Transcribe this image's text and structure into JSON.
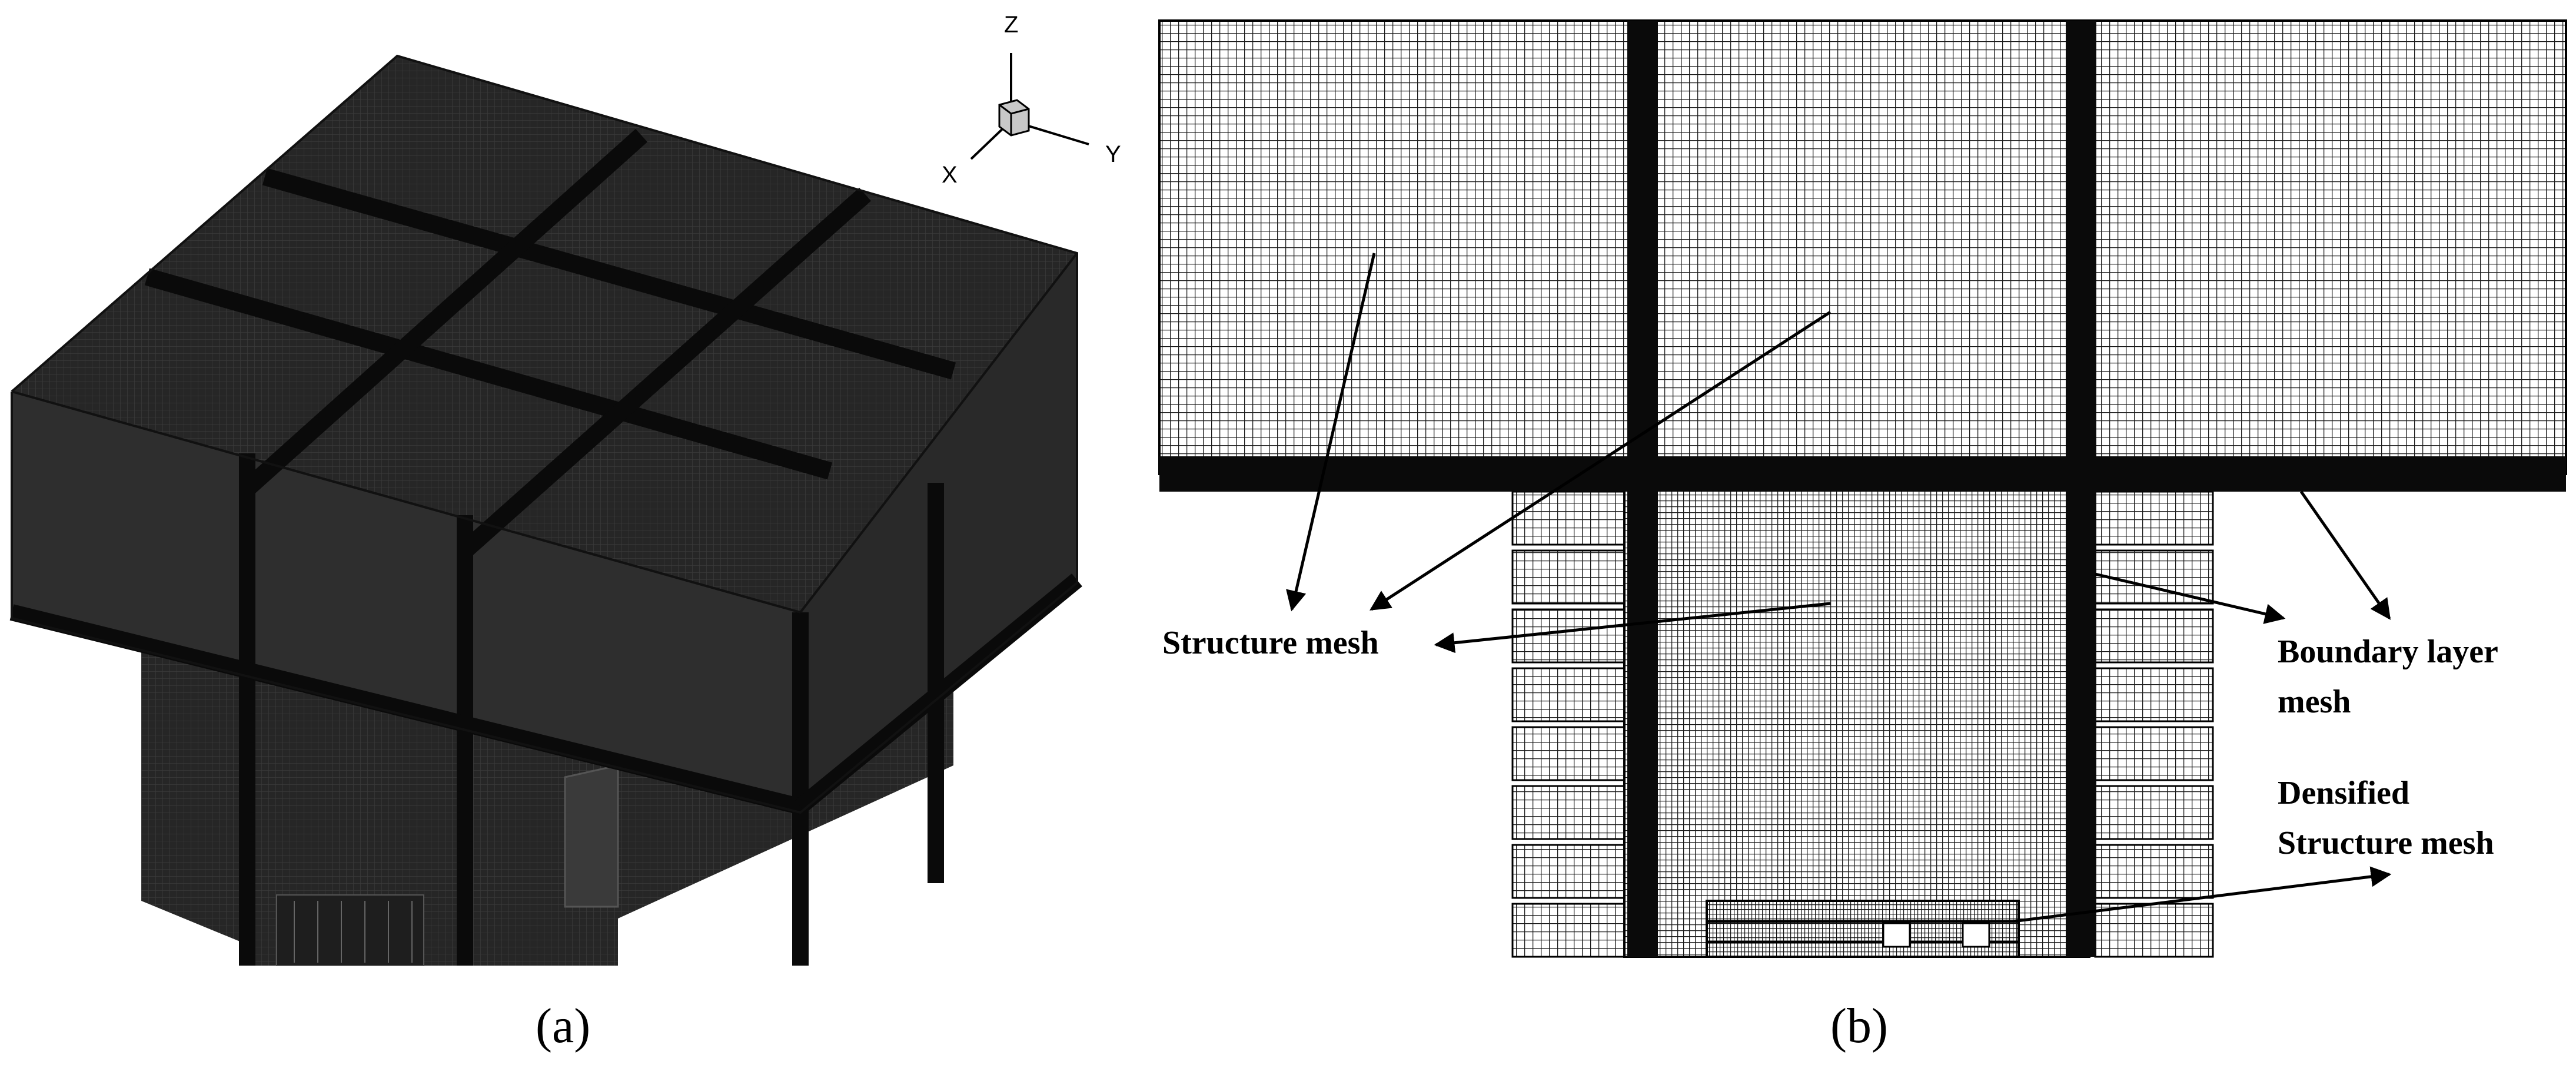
{
  "panel_a": {
    "caption": "(a)",
    "axis_triad": {
      "z": "Z",
      "x": "X",
      "y": "Y"
    }
  },
  "panel_b": {
    "caption": "(b)",
    "labels": {
      "structure_mesh": "Structure mesh",
      "boundary_layer_line1": "Boundary layer",
      "boundary_layer_line2": "mesh",
      "densified_line1": "Densified",
      "densified_line2": "Structure mesh"
    }
  },
  "colors": {
    "mesh_dark": "#232323",
    "mesh_dark_side": "#2d2d2d",
    "mesh_dark_front": "#333333",
    "mesh_band": "#0a0a0a",
    "background": "#ffffff",
    "cube_icon": "#c8c8c8"
  }
}
